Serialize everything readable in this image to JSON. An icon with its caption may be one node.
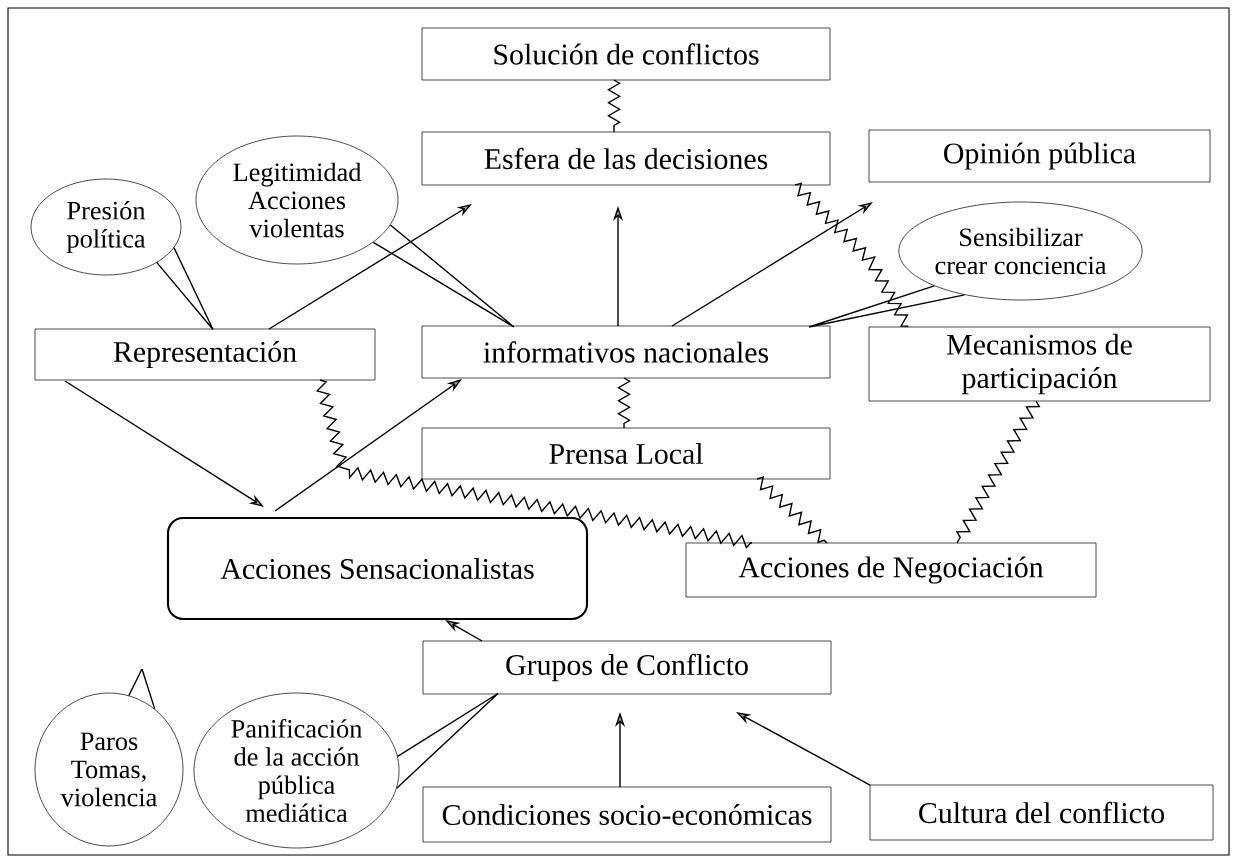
{
  "diagram": {
    "nodes": [
      {
        "text": [
          "Solución de conflictos"
        ]
      },
      {
        "text": [
          "Esfera de las decisiones"
        ]
      },
      {
        "text": [
          "Opinión pública"
        ]
      },
      {
        "text": [
          "Presión política"
        ]
      },
      {
        "text": [
          "Legitimidad Acciones violentas"
        ]
      },
      {
        "text": [
          "Sensibilizar crear conciencia"
        ]
      },
      {
        "text": [
          "Representación"
        ]
      },
      {
        "text": [
          "informativos nacionales"
        ]
      },
      {
        "text": [
          "Mecanismos de participación"
        ]
      },
      {
        "text": [
          "Prensa Local"
        ]
      },
      {
        "text": [
          "Acciones Sensacionalistas"
        ]
      },
      {
        "text": [
          "Acciones de Negociación"
        ]
      },
      {
        "text": [
          "Grupos de Conflicto"
        ]
      },
      {
        "text": [
          "Paros Tomas, violencia"
        ]
      },
      {
        "text": [
          "Panificación de la acción pública mediática"
        ]
      },
      {
        "text": [
          "Condiciones socio-económicas"
        ]
      },
      {
        "text": [
          "Cultura del conflicto"
        ]
      }
    ],
    "edges": [
      {
        "from": 6,
        "to": 1,
        "arrow": "to"
      },
      {
        "from": 7,
        "to": 1,
        "arrow": "to"
      },
      {
        "from": 7,
        "to": 2,
        "arrow": "to"
      },
      {
        "from": 6,
        "to": 10,
        "arrow": "to"
      },
      {
        "from": 10,
        "to": 7,
        "arrow": "to"
      },
      {
        "from": 12,
        "to": 10,
        "arrow": "to"
      },
      {
        "from": 15,
        "to": 12,
        "arrow": "to"
      },
      {
        "from": 16,
        "to": 12,
        "arrow": "to"
      },
      {
        "from": 0,
        "to": 1,
        "arrow": "none"
      },
      {
        "from": 1,
        "to": 8,
        "arrow": "none"
      },
      {
        "from": 7,
        "to": 9,
        "arrow": "none"
      },
      {
        "from": 6,
        "to": 11,
        "arrow": "none"
      },
      {
        "from": 9,
        "to": 11,
        "arrow": "none"
      },
      {
        "from": 8,
        "to": 11,
        "arrow": "none"
      },
      {
        "from": 3,
        "to": 6,
        "arrow": "none"
      },
      {
        "from": 4,
        "to": 7,
        "arrow": "none"
      },
      {
        "from": 5,
        "to": 7,
        "arrow": "none"
      },
      {
        "from": 13,
        "to": null,
        "arrow": "none"
      },
      {
        "from": 14,
        "to": 12,
        "arrow": "none"
      }
    ]
  }
}
